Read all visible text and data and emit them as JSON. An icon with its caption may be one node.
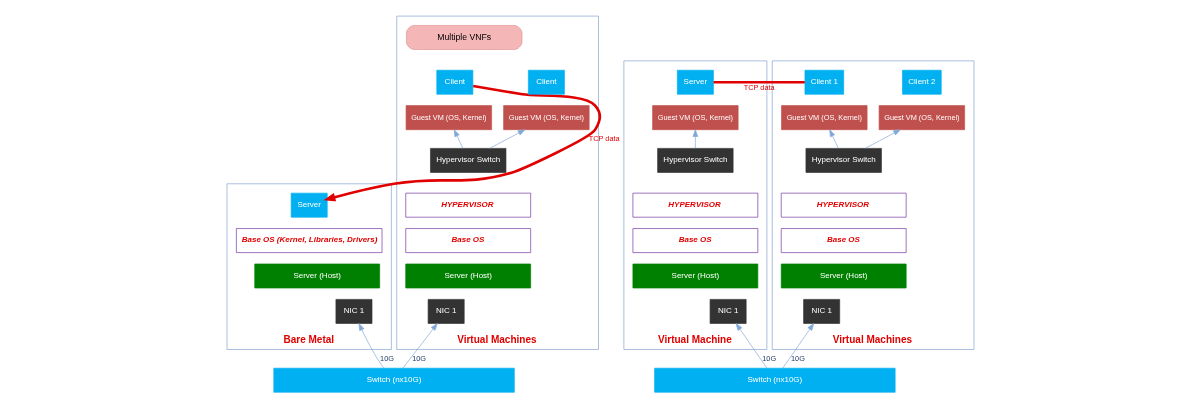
{
  "diagram": {
    "nodes": [
      {
        "text": [
          "Bare Metal"
        ]
      },
      {
        "text": [
          "Server"
        ],
        "in": 0
      },
      {
        "text": [
          "Base OS (Kernel, Libraries, Drivers)"
        ],
        "in": 0
      },
      {
        "text": [
          "Server (Host)"
        ],
        "in": 0
      },
      {
        "text": [
          "NIC 1"
        ],
        "in": 0
      },
      {
        "text": [
          "Virtual Machines"
        ]
      },
      {
        "text": [
          "Multiple VNFs"
        ],
        "in": 5
      },
      {
        "text": [
          "Client"
        ],
        "in": 5
      },
      {
        "text": [
          "Client"
        ],
        "in": 5
      },
      {
        "text": [
          "Guest VM (OS, Kernel)"
        ],
        "in": 5
      },
      {
        "text": [
          "Guest VM (OS, Kernel)"
        ],
        "in": 5
      },
      {
        "text": [
          "Hypervisor Switch"
        ],
        "in": 5
      },
      {
        "text": [
          "HYPERVISOR"
        ],
        "in": 5
      },
      {
        "text": [
          "Base OS"
        ],
        "in": 5
      },
      {
        "text": [
          "Server (Host)"
        ],
        "in": 5
      },
      {
        "text": [
          "NIC 1"
        ],
        "in": 5
      },
      {
        "text": [
          "Switch (nx10G)"
        ]
      },
      {
        "text": [
          "Virtual Machine"
        ]
      },
      {
        "text": [
          "Server"
        ],
        "in": 17
      },
      {
        "text": [
          "Guest VM (OS, Kernel)"
        ],
        "in": 17
      },
      {
        "text": [
          "Hypervisor Switch"
        ],
        "in": 17
      },
      {
        "text": [
          "HYPERVISOR"
        ],
        "in": 17
      },
      {
        "text": [
          "Base OS"
        ],
        "in": 17
      },
      {
        "text": [
          "Server (Host)"
        ],
        "in": 17
      },
      {
        "text": [
          "NIC 1"
        ],
        "in": 17
      },
      {
        "text": [
          "Virtual Machines"
        ]
      },
      {
        "text": [
          "Client 1"
        ],
        "in": 25
      },
      {
        "text": [
          "Client 2"
        ],
        "in": 25
      },
      {
        "text": [
          "Guest VM (OS, Kernel)"
        ],
        "in": 25
      },
      {
        "text": [
          "Guest VM (OS, Kernel)"
        ],
        "in": 25
      },
      {
        "text": [
          "Hypervisor Switch"
        ],
        "in": 25
      },
      {
        "text": [
          "HYPERVISOR"
        ],
        "in": 25
      },
      {
        "text": [
          "Base OS"
        ],
        "in": 25
      },
      {
        "text": [
          "Server (Host)"
        ],
        "in": 25
      },
      {
        "text": [
          "NIC 1"
        ],
        "in": 25
      },
      {
        "text": [
          "Switch (nx10G)"
        ]
      }
    ],
    "edges": [
      {
        "from": 16,
        "to": 4,
        "arrow": "to",
        "label": "10G"
      },
      {
        "from": 16,
        "to": 15,
        "arrow": "to",
        "label": "10G"
      },
      {
        "from": 11,
        "to": 9,
        "arrow": "to"
      },
      {
        "from": 11,
        "to": 10,
        "arrow": "to"
      },
      {
        "from": 7,
        "to": 1,
        "arrow": "to",
        "label": "TCP data",
        "style": "thick",
        "color": "#e00000"
      },
      {
        "from": 35,
        "to": 24,
        "arrow": "to",
        "label": "10G"
      },
      {
        "from": 35,
        "to": 34,
        "arrow": "to",
        "label": "10G"
      },
      {
        "from": 20,
        "to": 19,
        "arrow": "to"
      },
      {
        "from": 30,
        "to": 28,
        "arrow": "to"
      },
      {
        "from": 30,
        "to": 29,
        "arrow": "to"
      },
      {
        "from": 26,
        "to": 18,
        "arrow": "none",
        "label": "TCP data",
        "style": "thick",
        "color": "#e00000"
      }
    ]
  }
}
